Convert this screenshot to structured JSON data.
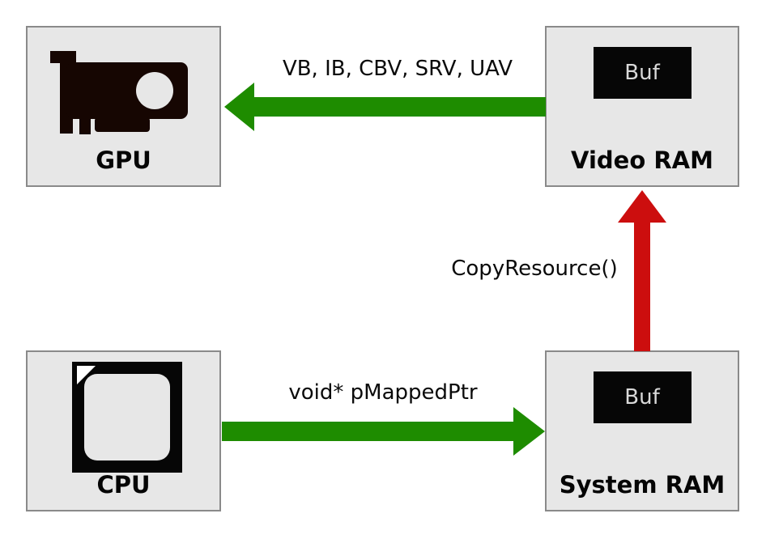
{
  "nodes": {
    "gpu": {
      "label": "GPU"
    },
    "video_ram": {
      "label": "Video RAM",
      "buf": "Buf"
    },
    "cpu": {
      "label": "CPU"
    },
    "system_ram": {
      "label": "System RAM",
      "buf": "Buf"
    }
  },
  "edges": {
    "vram_to_gpu": {
      "label": "VB, IB, CBV, SRV, UAV",
      "color": "#1e8c00",
      "direction": "left"
    },
    "sysram_to_vram": {
      "label": "CopyResource()",
      "color": "#cc0e0e",
      "direction": "up"
    },
    "cpu_to_sysram": {
      "label": "void* pMappedPtr",
      "color": "#1e8c00",
      "direction": "right"
    }
  },
  "colors": {
    "arrow_green": "#1e8c00",
    "arrow_red": "#cc0e0e",
    "box_fill": "#e7e7e7",
    "box_border": "#8a8a8a",
    "chip_fill": "#060606",
    "chip_text": "#d9d9d9",
    "gpu_icon": "#160602",
    "cpu_icon": "#060606",
    "background": "#ffffff"
  }
}
